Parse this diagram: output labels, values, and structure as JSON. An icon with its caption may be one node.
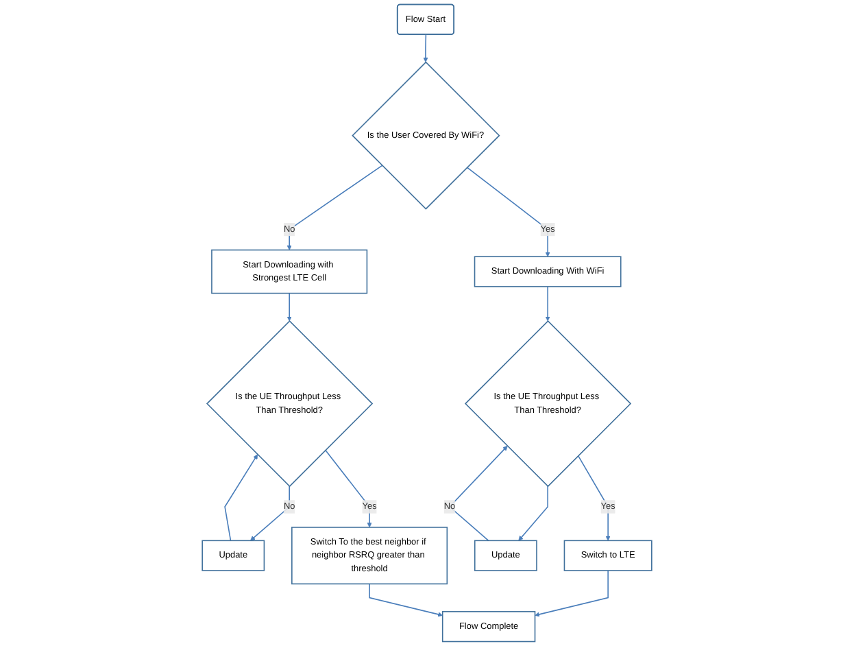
{
  "diagram": {
    "nodes": [
      {
        "text": [
          "Flow Start"
        ]
      },
      {
        "text": [
          "Is the User Covered By WiFi?"
        ]
      },
      {
        "text": [
          "Start Downloading with Strongest LTE Cell"
        ]
      },
      {
        "text": [
          "Is the UE Throughput Less Than Threshold?"
        ]
      },
      {
        "text": [
          "Update"
        ]
      },
      {
        "text": [
          "Start Downloading With WiFi"
        ]
      },
      {
        "text": [
          "Is the UE Throughput Less Than Threshold?"
        ]
      },
      {
        "text": [
          "Switch to LTE"
        ]
      },
      {
        "text": [
          "Update"
        ]
      },
      {
        "text": [
          "Switch To the best neighbor if neighbor RSRQ greater than threshold"
        ]
      },
      {
        "text": [
          "Flow Complete"
        ]
      }
    ],
    "edges": [
      {
        "from": 0,
        "to": 1,
        "arrow": "to"
      },
      {
        "from": 1,
        "to": 2,
        "arrow": "to",
        "label": "No"
      },
      {
        "from": 1,
        "to": 5,
        "arrow": "to",
        "label": "Yes"
      },
      {
        "from": 2,
        "to": 3,
        "arrow": "to"
      },
      {
        "from": 3,
        "to": 4,
        "arrow": "to",
        "label": "No"
      },
      {
        "from": 4,
        "to": 3,
        "arrow": "to"
      },
      {
        "from": 3,
        "to": 9,
        "arrow": "to",
        "label": "Yes"
      },
      {
        "from": 5,
        "to": 6,
        "arrow": "to"
      },
      {
        "from": 6,
        "to": 7,
        "arrow": "to",
        "label": "Yes"
      },
      {
        "from": 6,
        "to": 8,
        "arrow": "to"
      },
      {
        "from": 8,
        "to": 6,
        "arrow": "to",
        "label": "No"
      },
      {
        "from": 7,
        "to": 10,
        "arrow": "to"
      },
      {
        "from": 9,
        "to": 10,
        "arrow": "to"
      }
    ]
  }
}
